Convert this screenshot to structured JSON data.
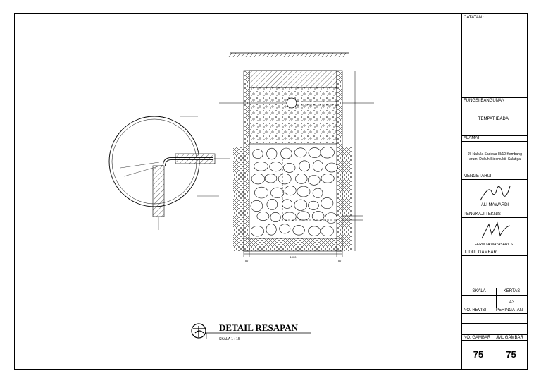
{
  "drawing": {
    "title": "DETAIL RESAPAN",
    "scale": "SKALA 1 : 15",
    "dim_width": "1000",
    "dim_left": "50",
    "dim_right": "50"
  },
  "titleblock": {
    "notes_label": "CATATAN :",
    "function_label": "FUNGSI BANGUNAN",
    "function_value": "TEMPAT IBADAH",
    "address_label": "ALAMAT",
    "address_line1": "Jl. Nakula Sadewa III/10 Kembang",
    "address_line2": "arum, Dukuh Sidomukti, Salatiga",
    "approved_label": "MENGETAHUI",
    "approved_name": "ALI MAWARDI",
    "reviewer_label": "PENGKAJI TEKNIS",
    "reviewer_name": "FERMITA WAYASARI, ST",
    "drawing_title_label": "JUDUL GAMBAR",
    "scale_label": "SKALA",
    "paper_label": "KERTAS",
    "paper_value": "A3",
    "revision_label": "NO. REVISI",
    "warning_label": "PERINGATAN",
    "sheet_no_label": "NO. GAMBAR",
    "sheet_total_label": "JML GAMBAR",
    "sheet_no": "75",
    "sheet_total": "75"
  }
}
